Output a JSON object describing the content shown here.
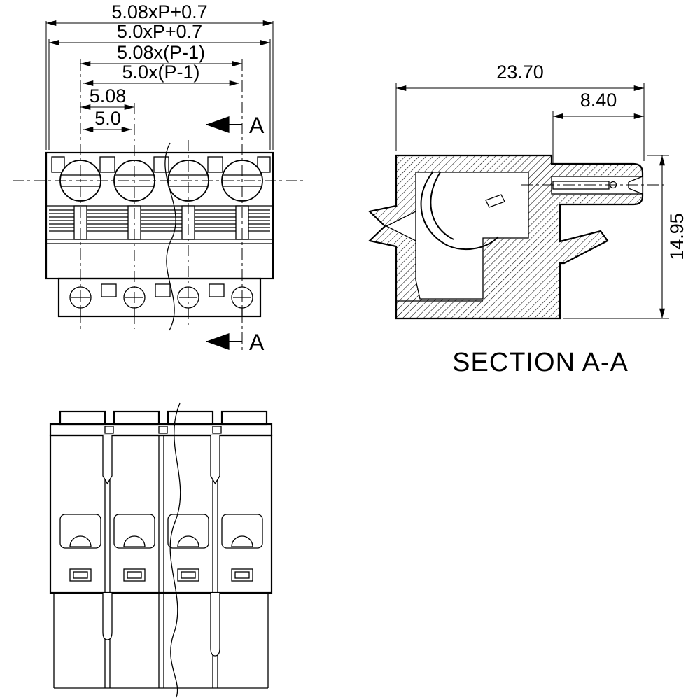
{
  "front_view": {
    "dims": {
      "total_508": "5.08xP+0.7",
      "total_50": "5.0xP+0.7",
      "span_508": "5.08x(P-1)",
      "span_50": "5.0x(P-1)",
      "pitch_508": "5.08",
      "pitch_50": "5.0"
    },
    "section_marker_top": "A",
    "section_marker_bottom": "A"
  },
  "section_view": {
    "title": "SECTION A-A",
    "dims": {
      "depth_total": "23.70",
      "plug_depth": "8.40",
      "height": "14.95"
    }
  },
  "colors": {
    "line": "#000000",
    "background": "#ffffff"
  }
}
